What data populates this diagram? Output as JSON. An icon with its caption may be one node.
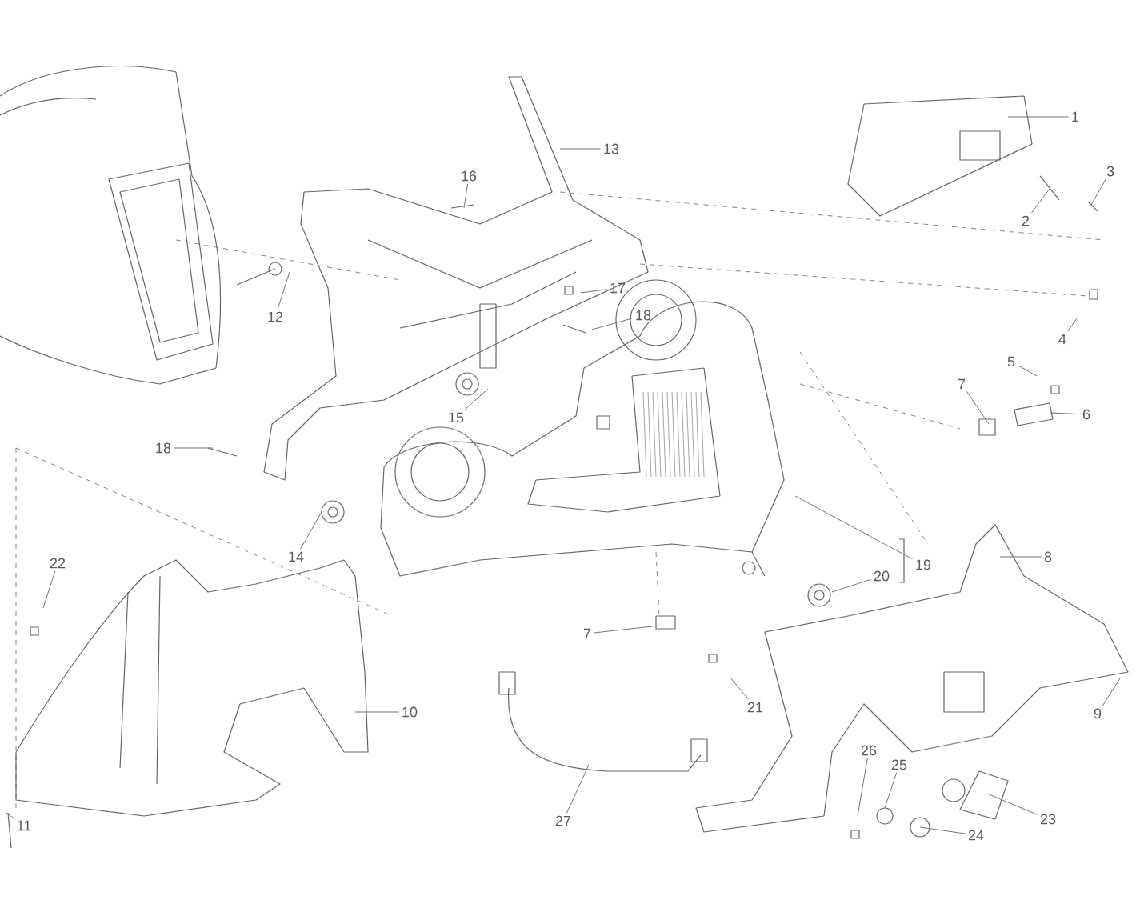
{
  "diagram": {
    "nodes": [
      {
        "text": [
          "1"
        ]
      },
      {
        "text": [
          "2"
        ]
      },
      {
        "text": [
          "3"
        ]
      },
      {
        "text": [
          "4"
        ]
      },
      {
        "text": [
          "5"
        ]
      },
      {
        "text": [
          "6"
        ]
      },
      {
        "text": [
          "7"
        ]
      },
      {
        "text": [
          "8"
        ]
      },
      {
        "text": [
          "9"
        ]
      },
      {
        "text": [
          "10"
        ]
      },
      {
        "text": [
          "11"
        ]
      },
      {
        "text": [
          "12"
        ]
      },
      {
        "text": [
          "13"
        ]
      },
      {
        "text": [
          "14"
        ]
      },
      {
        "text": [
          "15"
        ]
      },
      {
        "text": [
          "16"
        ]
      },
      {
        "text": [
          "17"
        ]
      },
      {
        "text": [
          "18"
        ]
      },
      {
        "text": [
          "18"
        ]
      },
      {
        "text": [
          "7"
        ]
      },
      {
        "text": [
          "19"
        ]
      },
      {
        "text": [
          "20"
        ]
      },
      {
        "text": [
          "21"
        ]
      },
      {
        "text": [
          "22"
        ]
      },
      {
        "text": [
          "23"
        ]
      },
      {
        "text": [
          "24"
        ]
      },
      {
        "text": [
          "25"
        ]
      },
      {
        "text": [
          "26"
        ]
      },
      {
        "text": [
          "27"
        ]
      }
    ],
    "edges": [
      {
        "from": 0,
        "to": null,
        "arrow": "none"
      },
      {
        "from": 1,
        "to": null,
        "arrow": "none"
      },
      {
        "from": 2,
        "to": null,
        "arrow": "none"
      },
      {
        "from": 3,
        "to": null,
        "arrow": "none"
      },
      {
        "from": 4,
        "to": null,
        "arrow": "none"
      },
      {
        "from": 5,
        "to": null,
        "arrow": "none"
      },
      {
        "from": 6,
        "to": null,
        "arrow": "none"
      },
      {
        "from": 7,
        "to": null,
        "arrow": "none"
      },
      {
        "from": 8,
        "to": null,
        "arrow": "none"
      },
      {
        "from": 9,
        "to": null,
        "arrow": "none"
      },
      {
        "from": 10,
        "to": null,
        "arrow": "none"
      },
      {
        "from": 11,
        "to": null,
        "arrow": "none"
      },
      {
        "from": 12,
        "to": null,
        "arrow": "none"
      },
      {
        "from": 13,
        "to": null,
        "arrow": "none"
      },
      {
        "from": 14,
        "to": null,
        "arrow": "none"
      },
      {
        "from": 15,
        "to": null,
        "arrow": "none"
      },
      {
        "from": 16,
        "to": null,
        "arrow": "none"
      },
      {
        "from": 17,
        "to": null,
        "arrow": "none"
      },
      {
        "from": 18,
        "to": null,
        "arrow": "none"
      },
      {
        "from": 19,
        "to": null,
        "arrow": "none"
      },
      {
        "from": 20,
        "to": null,
        "arrow": "none"
      },
      {
        "from": 21,
        "to": null,
        "arrow": "none"
      },
      {
        "from": 22,
        "to": null,
        "arrow": "none"
      },
      {
        "from": 23,
        "to": null,
        "arrow": "none"
      },
      {
        "from": 24,
        "to": null,
        "arrow": "none"
      },
      {
        "from": 25,
        "to": null,
        "arrow": "none"
      },
      {
        "from": 26,
        "to": null,
        "arrow": "none"
      },
      {
        "from": 27,
        "to": null,
        "arrow": "none"
      },
      {
        "from": 28,
        "to": null,
        "arrow": "none"
      }
    ]
  }
}
